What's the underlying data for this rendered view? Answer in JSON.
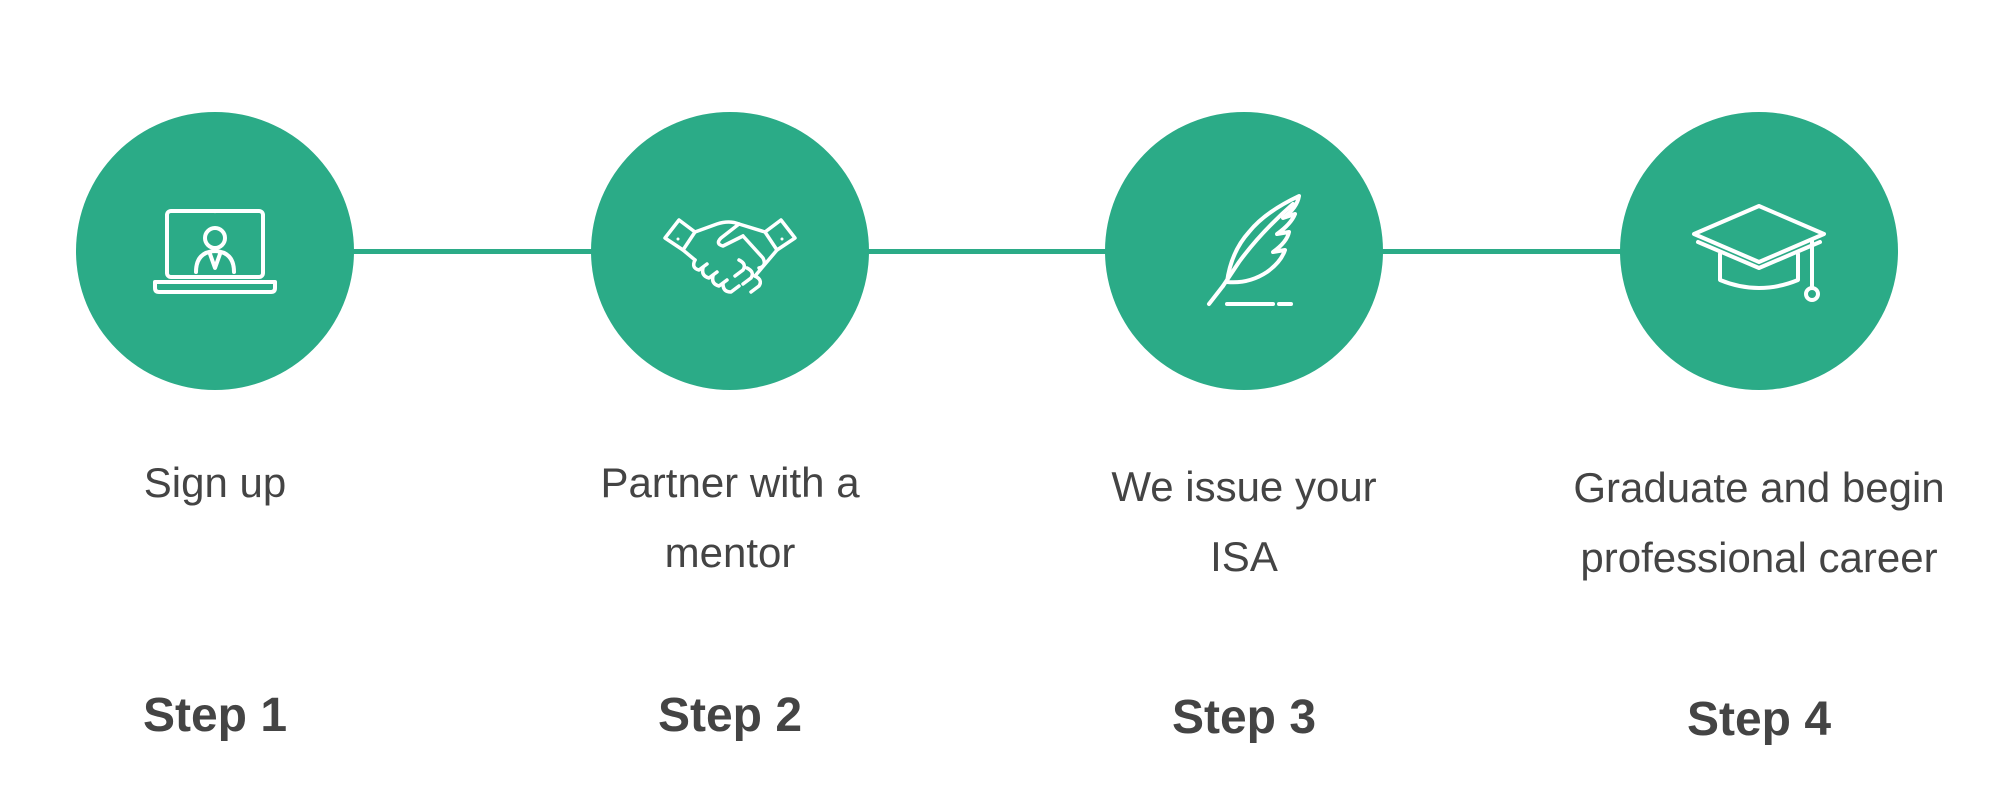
{
  "accent_color": "#2bab87",
  "text_color": "#444444",
  "steps": [
    {
      "icon": "laptop-user-icon",
      "description_line1": "Sign up",
      "description_line2": "",
      "label": "Step 1"
    },
    {
      "icon": "handshake-icon",
      "description_line1": "Partner with a",
      "description_line2": "mentor",
      "label": "Step 2"
    },
    {
      "icon": "feather-quill-icon",
      "description_line1": "We issue your",
      "description_line2": "ISA",
      "label": "Step 3"
    },
    {
      "icon": "graduation-cap-icon",
      "description_line1": "Graduate and begin",
      "description_line2": "professional career",
      "label": "Step 4"
    }
  ]
}
